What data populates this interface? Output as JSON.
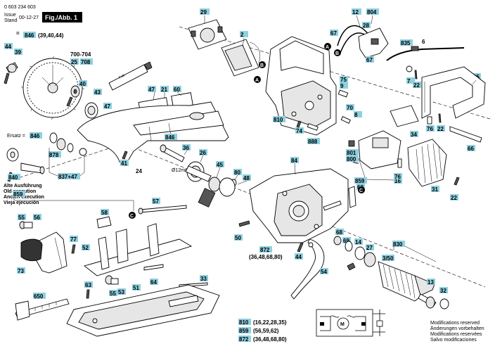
{
  "header": {
    "doc_number": "0 603 234 603",
    "issue_label": "Issue",
    "stand_label": "Stand",
    "date": "00-12-27",
    "figure_label": "Fig./Abb. 1"
  },
  "callouts": {
    "c846_top": "846",
    "c846_top_refs": "(39,40,44)",
    "c44": "44",
    "c39": "39",
    "c700_704": "700-704",
    "c25": "25",
    "c708": "708",
    "c40": "40",
    "c43": "43",
    "c47": "47",
    "c21": "21",
    "c60": "60",
    "c29": "29",
    "c2": "2",
    "c12": "12",
    "c804": "804",
    "c28": "28",
    "c67a": "67",
    "c67b": "67",
    "c835": "835",
    "c6": "6",
    "c7": "7",
    "c22a": "22",
    "c35": "35",
    "c75": "75",
    "c9": "9",
    "c70": "70",
    "c8": "8",
    "c810": "810",
    "c74": "74",
    "c888": "888",
    "c34": "34",
    "c76a": "76",
    "c22b": "22",
    "c66": "66",
    "c801": "801",
    "c800": "800",
    "c16": "16",
    "c76b": "76",
    "c31": "31",
    "c22c": "22",
    "ersatz_label": "Ersatz =",
    "c846_mid": "846",
    "c878": "878",
    "c837_47": "837+47",
    "c846_b": "846",
    "c36": "36",
    "c26": "26",
    "c41": "41",
    "c24": "24",
    "dia": "Ø12mm",
    "c45": "45",
    "c80": "80",
    "c48": "48",
    "c84": "84",
    "c859_r": "859",
    "c62": "62",
    "c840": "840",
    "c859": "859",
    "c57": "57",
    "c58": "58",
    "c55": "55",
    "c56": "56",
    "c77": "77",
    "c52": "52",
    "c73": "73",
    "c63": "63",
    "c53": "53",
    "c51": "51",
    "c64": "64",
    "c33": "33",
    "c650": "650",
    "c50": "50",
    "c872": "872",
    "c872_refs": "(36,48,68,80)",
    "c44b": "44",
    "c54": "54",
    "c68": "68",
    "c69": "69",
    "c14": "14",
    "c27": "27",
    "c3_50": "3/50",
    "c830": "830",
    "c13": "13",
    "c32": "32"
  },
  "old_execution": [
    "Alte Ausführung",
    "Old execution",
    "Ancien execution",
    "Vieja ejecución"
  ],
  "kits": [
    {
      "num": "810",
      "refs": "(16,22,28,35)"
    },
    {
      "num": "859",
      "refs": "(56,59,62)"
    },
    {
      "num": "872",
      "refs": "(36,48,68,80)"
    }
  ],
  "modifications": [
    "Modifications reserved",
    "Änderungen vorbehalten",
    "Modifications reservées",
    "Salvo modificaciones"
  ],
  "markers": {
    "A": "A",
    "B": "B",
    "C": "C"
  },
  "motor_symbol": "M",
  "colors": {
    "tag": "#8fd0e0",
    "ink": "#000000",
    "header_box": "#000000"
  }
}
